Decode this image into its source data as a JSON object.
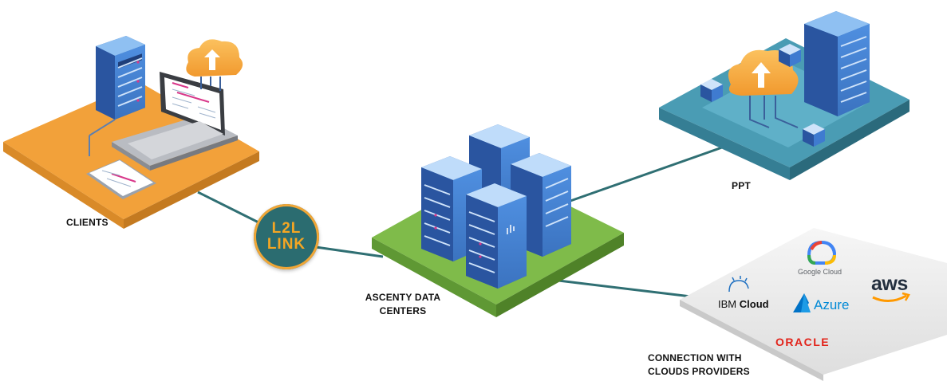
{
  "nodes": {
    "clients": "CLIENTS",
    "ppt": "PPT",
    "datacenters_line1": "ASCENTY DATA",
    "datacenters_line2": "CENTERS",
    "clouds_line1": "CONNECTION WITH",
    "clouds_line2": "CLOUDS PROVIDERS"
  },
  "link_badge": {
    "line1": "L2L",
    "line2": "LINK"
  },
  "cloud_providers": {
    "google": "Google Cloud",
    "ibm_prefix": "IBM",
    "ibm_suffix": "Cloud",
    "azure": "Azure",
    "aws": "aws",
    "oracle": "ORACLE"
  },
  "colors": {
    "clients_platform": "#f2a13a",
    "ppt_platform": "#4a9cb4",
    "datacenter_platform": "#7fbb4a",
    "cloud_platform": "#ececec",
    "link_line": "#2f6f73",
    "badge_fill": "#2b6c70",
    "badge_text": "#f5a623",
    "server_blue": "#2f63b5",
    "cloud_orange": "#f4a23d",
    "oracle_red": "#e2231a",
    "azure_blue": "#0089d6",
    "aws_orange": "#ff9900"
  }
}
